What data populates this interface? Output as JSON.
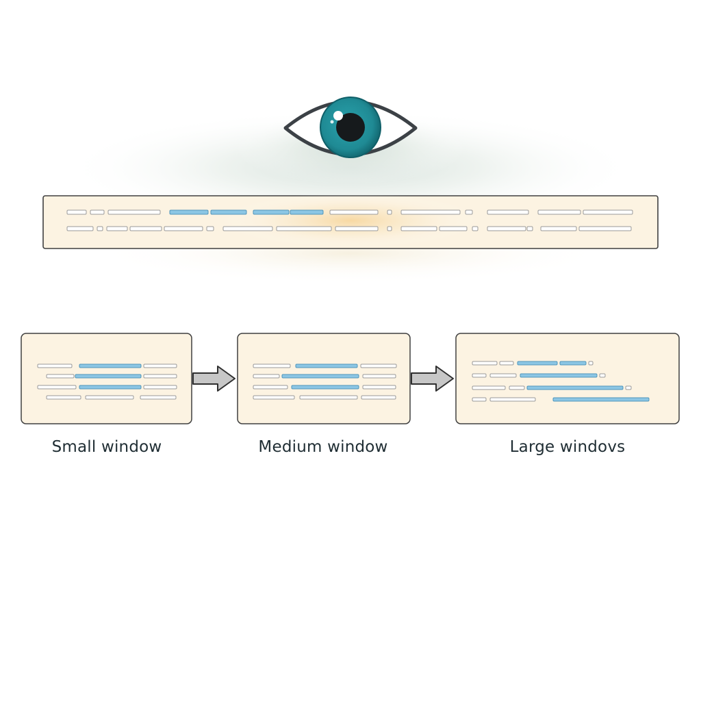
{
  "diagram": {
    "watcher_icon": "eye-icon",
    "colors": {
      "iris": "#1f8a94",
      "iris_ring": "#0f5f68",
      "pupil": "#161a1c",
      "outline": "#3c4146",
      "panel_fill": "#fcf3e2",
      "panel_border": "#3f3f3f",
      "highlight_bar": "#8cc6e4",
      "highlight_bar_border": "#4f95bb",
      "text_line": "#bdbdbd",
      "glow_center": "#f8d9a0",
      "arrow_fill": "#c7c7c7",
      "arrow_stroke": "#2f2f2f",
      "caption": "#1f2d33"
    },
    "windows": [
      {
        "label": "Small window"
      },
      {
        "label": "Medium window"
      },
      {
        "label": "Large windovs"
      }
    ]
  }
}
